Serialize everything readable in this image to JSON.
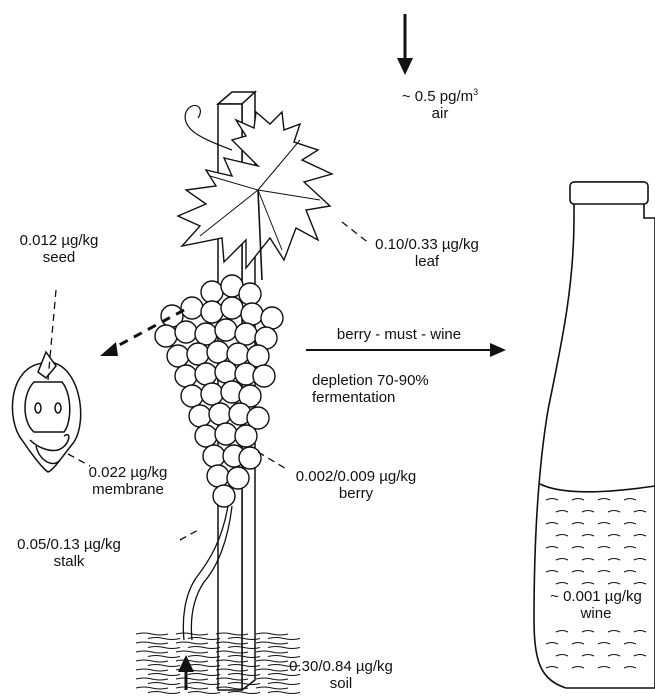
{
  "air": {
    "value_prefix": "~  0.5 pg/m",
    "value_sup": "3",
    "name": "air"
  },
  "leaf": {
    "value": "0.10/0.33 µg/kg",
    "name": "leaf"
  },
  "seed": {
    "value": "0.012 µg/kg",
    "name": "seed"
  },
  "membrane": {
    "value": "0.022 µg/kg",
    "name": "membrane"
  },
  "berry": {
    "value": "0.002/0.009 µg/kg",
    "name": "berry"
  },
  "stalk": {
    "value": "0.05/0.13 µg/kg",
    "name": "stalk"
  },
  "soil": {
    "value": "0.30/0.84 µg/kg",
    "name": "soil"
  },
  "wine": {
    "value": "~ 0.001 µg/kg",
    "name": "wine"
  },
  "process": {
    "arrow_label": "berry - must - wine",
    "depletion": "depletion 70-90%",
    "fermentation": "fermentation"
  },
  "colors": {
    "ink": "#111111",
    "background": "#ffffff"
  }
}
